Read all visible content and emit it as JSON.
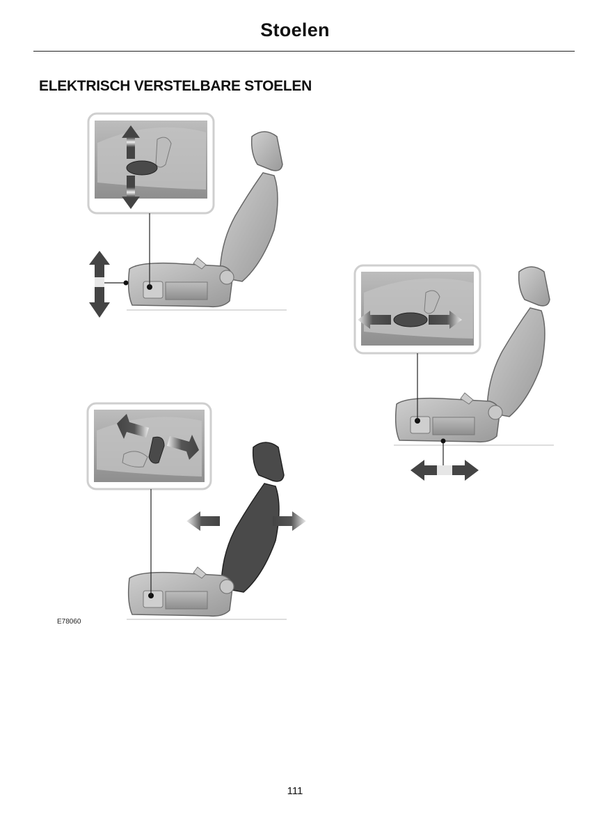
{
  "header": {
    "title": "Stoelen"
  },
  "section": {
    "heading": "ELEKTRISCH VERSTELBARE STOELEN"
  },
  "figure": {
    "code": "E78060"
  },
  "footer": {
    "page_number": "111"
  },
  "colors": {
    "seat_fill": "#b4b4b4",
    "seat_dark": "#4a4a4a",
    "callout_border": "#d0d0d0",
    "panel_fill": "#a6a6a6"
  },
  "icons": [
    "double-arrow-vertical",
    "double-arrow-horizontal",
    "double-arrow-diagonal",
    "seat-control-switch"
  ]
}
